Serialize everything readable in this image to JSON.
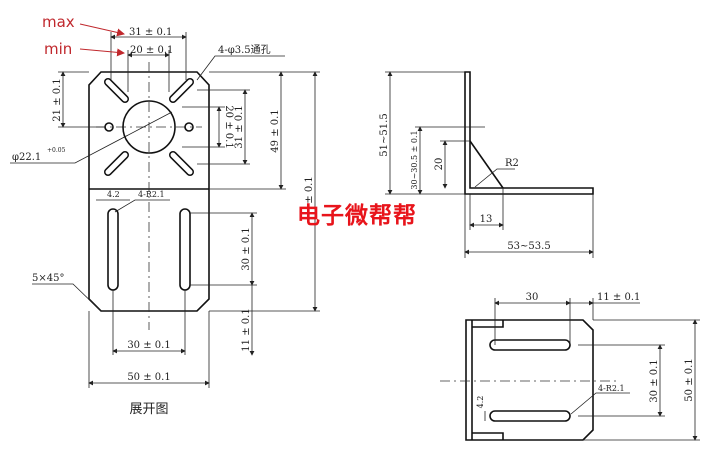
{
  "annotations": {
    "max": "max",
    "min": "min"
  },
  "flat_pattern": {
    "title": "展开图",
    "dims": {
      "max_span": "31 ± 0.1",
      "min_span": "20 ± 0.1",
      "holes": "4-φ3.5通孔",
      "left_21": "21 ± 0.1",
      "center_hole": "φ22.1",
      "center_hole_tol": "+0.05",
      "right_20": "20 ± 0.1",
      "right_31": "31 ± 0.1",
      "right_49": "49 ± 0.1",
      "overall": "± 0.1",
      "slot_width": "4.2",
      "slot_radius": "4-R2.1",
      "chamfer": "5×45°",
      "slot_len": "30 ± 0.1",
      "bottom_11": "11 ± 0.1",
      "slot_spacing": "30 ± 0.1",
      "width": "50 ± 0.1"
    }
  },
  "side_view": {
    "height": "51~51.5",
    "gusset_height": "30~30.5 ± 0.1",
    "gusset_20": "20",
    "radius": "R2",
    "gusset_13": "13",
    "length": "53~53.5"
  },
  "bottom_view": {
    "top_30": "30",
    "top_11": "11 ± 0.1",
    "slot_spacing": "30 ± 0.1",
    "width": "50 ± 0.1",
    "slot_width": "4.2",
    "slot_radius": "4-R2.1"
  },
  "watermark": "电子微帮帮"
}
